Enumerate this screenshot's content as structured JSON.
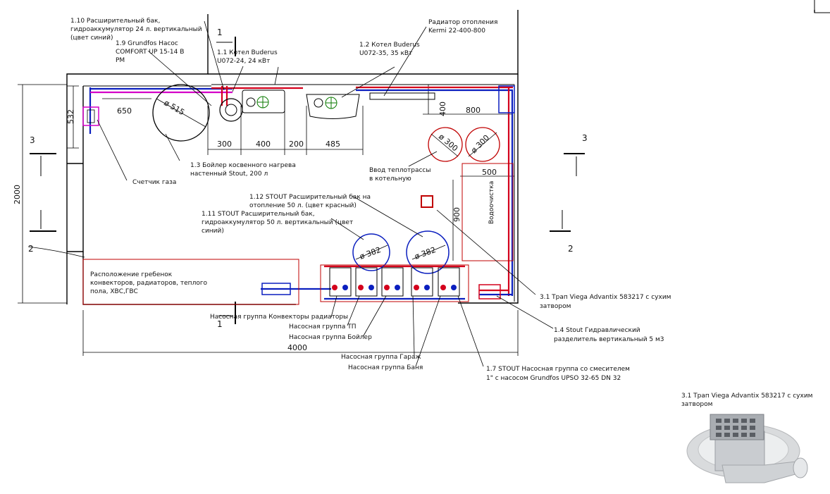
{
  "callouts": {
    "expansion_tank_24": [
      "1.10 Расширительный бак,",
      "гидроаккумулятор 24 л. вертикальный",
      "(цвет синий)"
    ],
    "pump_grundfos": [
      "1.9 Grundfos Насос",
      "COMFORT UP 15-14 B",
      "PM"
    ],
    "boiler_buderus_24": [
      "1.1 Котел Buderus",
      "U072-24, 24 кВт"
    ],
    "boiler_buderus_35": [
      "1.2 Котел Buderus",
      "U072-35, 35 кВт"
    ],
    "radiator_kermi": [
      "Радиатор отопления",
      "Kermi 22-400-800"
    ],
    "boiler_stout_200": [
      "1.3 Бойлер косвенного нагрева",
      "настенный Stout, 200 л"
    ],
    "gas_meter": [
      "Счетчик газа"
    ],
    "heat_route_input": [
      "Ввод теплотрассы",
      "в котельную"
    ],
    "stout_tank_50_red": [
      "1.12 STOUT Расширительный бак на",
      "отопление 50 л. (цвет красный)"
    ],
    "stout_tank_50_blue": [
      "1.11 STOUT Расширительный бак,",
      "гидроаккумулятор 50 л. вертикальный (цвет",
      "синий)"
    ],
    "manifold_location": [
      "Расположение гребенок",
      "конвекторов, радиаторов, теплого",
      "пола, ХВС,ГВС"
    ],
    "pump_group_convectors": [
      "Насосная группа Конвекторы радиаторы"
    ],
    "pump_group_tp": [
      "Насосная группа ТП"
    ],
    "pump_group_boiler": [
      "Насосная группа Бойлер"
    ],
    "pump_group_garage": [
      "Насосная группа Гараж"
    ],
    "pump_group_bath": [
      "Насосная группа Баня"
    ],
    "stout_pump_group_mixer": [
      "1.7 STOUT Насосная группа со смесителем",
      "1\" с насосом Grundfos UPSO 32-65 DN 32"
    ],
    "hydraulic_separator": [
      "1.4 Stout Гидравлический",
      "разделитель вертикальный 5 м3"
    ],
    "floor_drain_viega": [
      "3.1 Трап Viega Advantix 583217 с сухим",
      "затвором"
    ],
    "water_treatment": [
      "Водоочистка"
    ]
  },
  "dimensions": {
    "d650": "650",
    "d532": "532",
    "d300": "300",
    "d400": "400",
    "d200": "200",
    "d485": "485",
    "d400v": "400",
    "d800": "800",
    "d500": "500",
    "d900": "900",
    "d2000": "2000",
    "d4000": "4000",
    "diam515": "ø 515",
    "diam300a": "ø 300",
    "diam300b": "ø 300",
    "diam382a": "ø 382",
    "diam382b": "ø 382"
  },
  "section_marks": {
    "s1_top": "1",
    "s1_bottom": "1",
    "s2_left": "2",
    "s2_right": "2",
    "s3_left": "3",
    "s3_right": "3"
  },
  "photo_caption": [
    "3.1 Трап Viega Advantix 583217 с сухим",
    "затвором"
  ],
  "colors": {
    "supply": "#d4001c",
    "return": "#0b1fbf",
    "dhw": "#d400c8",
    "wall": "#000000",
    "frame": "#c00000"
  }
}
